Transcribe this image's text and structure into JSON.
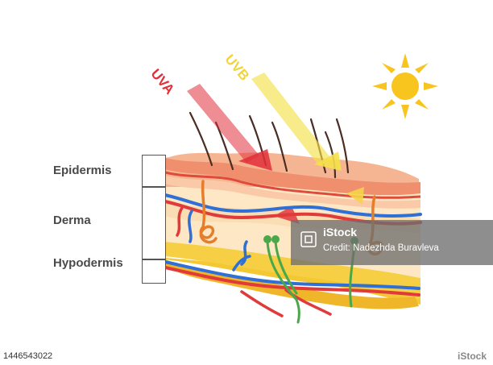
{
  "labels": {
    "epidermis": "Epidermis",
    "derma": "Derma",
    "hypodermis": "Hypodermis"
  },
  "rays": {
    "uva": "UVA",
    "uvb": "UVB"
  },
  "watermark": {
    "brand": "iStock",
    "credit": "Credit: Nadezhda Buravleva"
  },
  "footer": {
    "image_id": "1446543022",
    "logo": "iStock"
  },
  "colors": {
    "uva": "#e0303a",
    "uvb": "#f5e04a",
    "sun": "#f7c51e",
    "epidermis": "#f4b08f",
    "derma": "#fde7c4",
    "hypodermis": "#f4c833",
    "vein": "#2f6fd6",
    "artery": "#e03a3a"
  }
}
